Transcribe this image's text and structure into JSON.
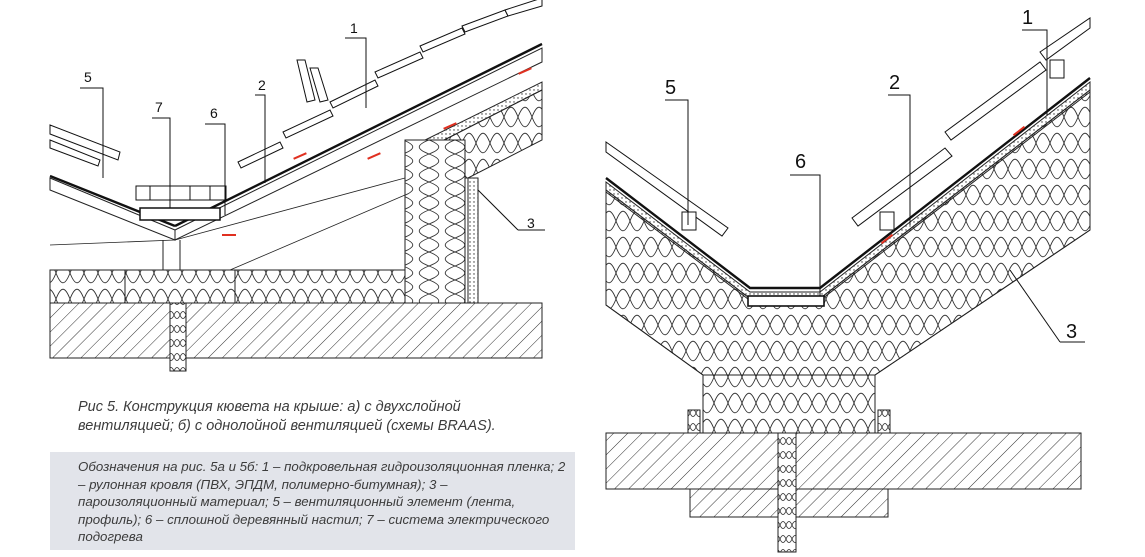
{
  "figure_a": {
    "labels": [
      "5",
      "7",
      "6",
      "2",
      "1",
      "3"
    ]
  },
  "figure_b": {
    "labels": [
      "1",
      "5",
      "2",
      "6",
      "3"
    ]
  },
  "caption": "Рис 5. Конструкция кювета на крыше: а) с двухслойной вентиляцией; б) с однолойной вентиляцией (схемы BRAAS).",
  "legend": "Обозначения на рис. 5а и 5б: 1 – подкровельная гидроизоляционная пленка; 2 – рулонная кровля (ПВХ, ЭПДМ, полимерно-битумная); 3 – пароизоляционный материал; 5 – вентиляционный элемент (лента, профиль); 6 – сплошной деревянный настил; 7 – система электрического подогрева",
  "colors": {
    "line": "#1a1a1a",
    "marker": "#e03020",
    "panel": "#e2e4ea",
    "text": "#3c3c3c"
  }
}
